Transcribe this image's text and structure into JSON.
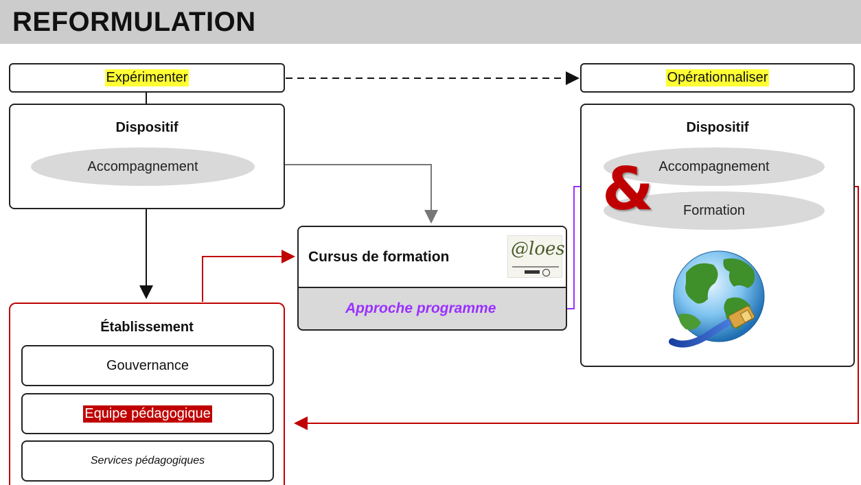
{
  "title": "REFORMULATION",
  "left_top_label": "Expérimenter",
  "right_top_label": "Opérationnaliser",
  "left_dispositif": {
    "title": "Dispositif",
    "ellipse": "Accompagnement"
  },
  "right_dispositif": {
    "title": "Dispositif",
    "ellipse1": "Accompagnement",
    "ellipse2": "Formation",
    "ampersand": "&"
  },
  "cursus": {
    "title": "Cursus de formation",
    "approche": "Approche programme",
    "logo_text": "@loes"
  },
  "etablissement": {
    "title": "Établissement",
    "items": [
      "Gouvernance",
      "Equipe pédagogique",
      "Services pédagogiques"
    ]
  },
  "colors": {
    "red": "#c00000",
    "purple": "#9b30ff",
    "yellow": "#ffff33",
    "gray": "#d9d9d9"
  },
  "icons": [
    "globe-network-icon",
    "ampersand-icon",
    "aloes-logo"
  ]
}
